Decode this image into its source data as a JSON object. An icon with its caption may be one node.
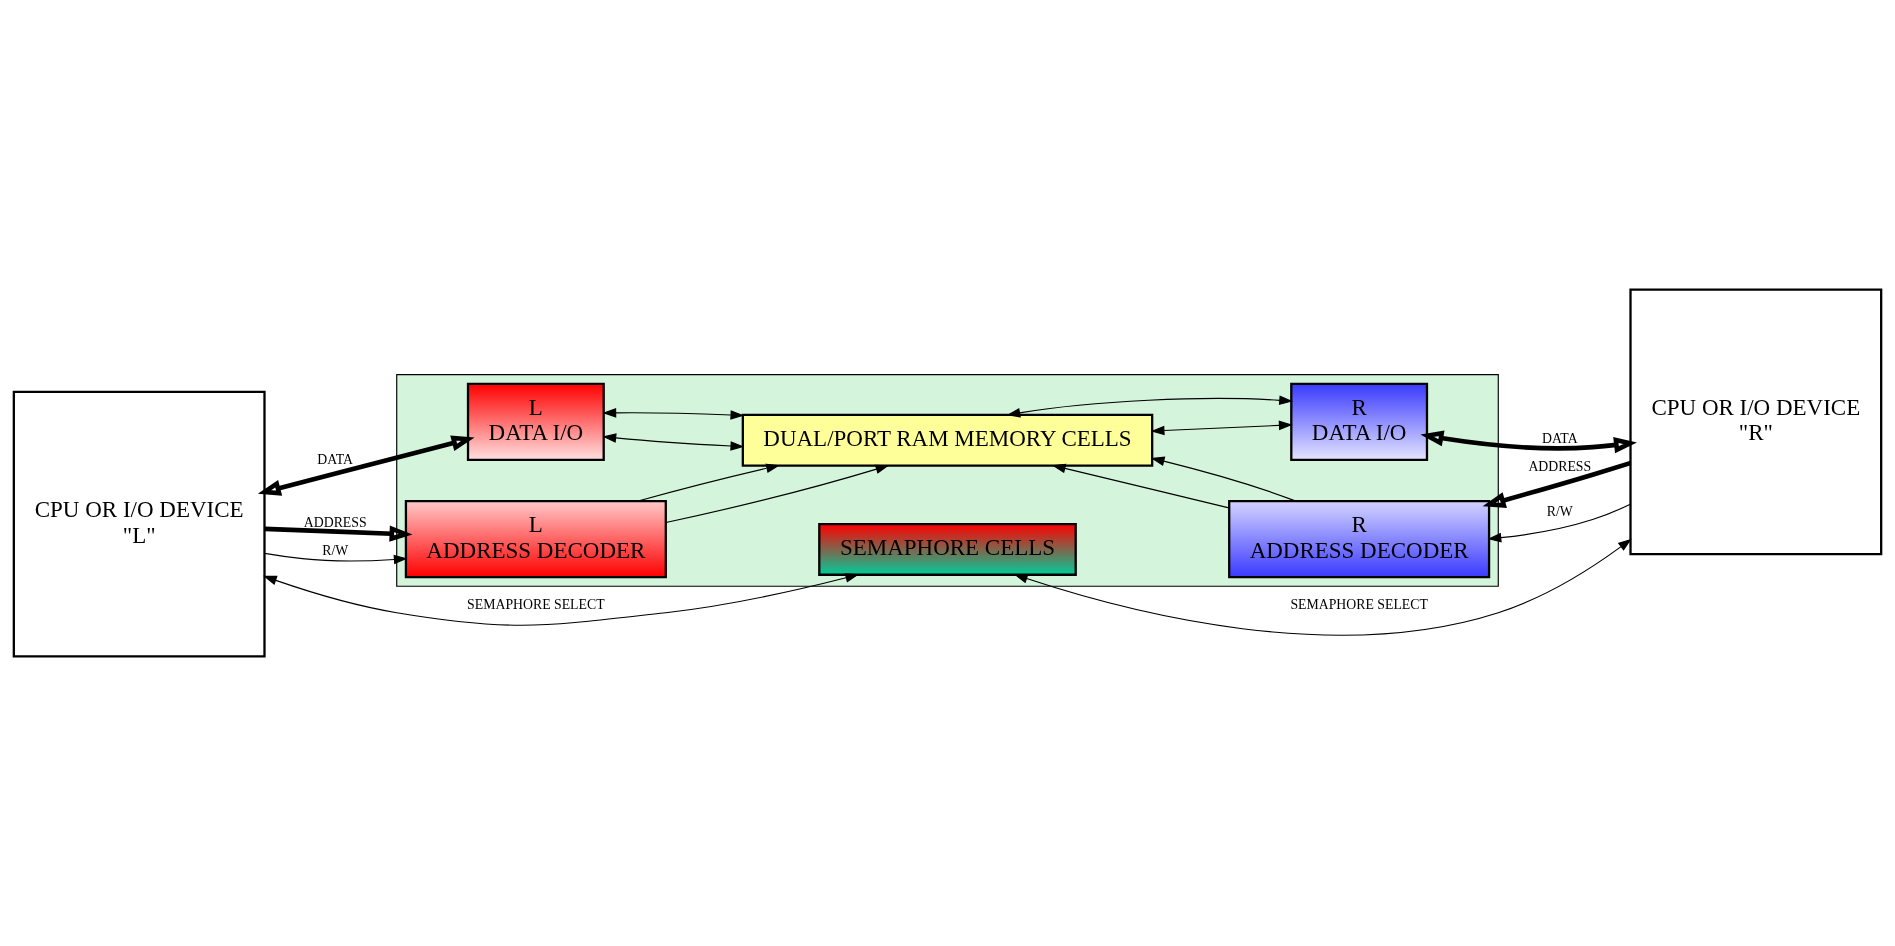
{
  "diagram": {
    "nodes": [
      {
        "text": [],
        "shape": "box"
      },
      {
        "text": [
          "CPU OR I/O DEVICE",
          "\"L\""
        ]
      },
      {
        "text": [
          "L",
          "DATA I/O"
        ],
        "in": 0
      },
      {
        "text": [
          "R",
          "DATA I/O"
        ],
        "in": 0
      },
      {
        "text": [
          "CPU OR I/O DEVICE",
          "\"R\""
        ]
      },
      {
        "text": [
          "L",
          "ADDRESS DECODER"
        ],
        "in": 0
      },
      {
        "text": [
          "DUAL/PORT RAM MEMORY CELLS"
        ],
        "in": 0
      },
      {
        "text": [
          "R",
          "ADDRESS DECODER"
        ],
        "in": 0
      },
      {
        "text": [
          "SEMAPHORE CELLS"
        ],
        "in": 0
      }
    ],
    "edges": [
      {
        "from": 1,
        "to": 2,
        "arrow": "both",
        "label": "DATA",
        "style": "thick"
      },
      {
        "from": 2,
        "to": 6,
        "arrow": "both"
      },
      {
        "from": 2,
        "to": 6,
        "arrow": "both"
      },
      {
        "from": 3,
        "to": 6,
        "arrow": "both"
      },
      {
        "from": 3,
        "to": 6,
        "arrow": "both"
      },
      {
        "from": 4,
        "to": 3,
        "arrow": "both",
        "label": "DATA",
        "style": "thick"
      },
      {
        "from": 1,
        "to": 5,
        "arrow": "to",
        "label": "ADDRESS",
        "style": "thick"
      },
      {
        "from": 1,
        "to": 5,
        "arrow": "to",
        "label": "R/W"
      },
      {
        "from": 5,
        "to": 6,
        "arrow": "to"
      },
      {
        "from": 5,
        "to": 6,
        "arrow": "to"
      },
      {
        "from": 7,
        "to": 6,
        "arrow": "to"
      },
      {
        "from": 7,
        "to": 6,
        "arrow": "to"
      },
      {
        "from": 4,
        "to": 7,
        "arrow": "to",
        "label": "ADDRESS",
        "style": "thick"
      },
      {
        "from": 4,
        "to": 7,
        "arrow": "to",
        "label": "R/W"
      },
      {
        "from": 1,
        "to": 8,
        "arrow": "both",
        "label": "SEMAPHORE SELECT"
      },
      {
        "from": 4,
        "to": 8,
        "arrow": "both",
        "label": "SEMAPHORE SELECT"
      }
    ]
  }
}
